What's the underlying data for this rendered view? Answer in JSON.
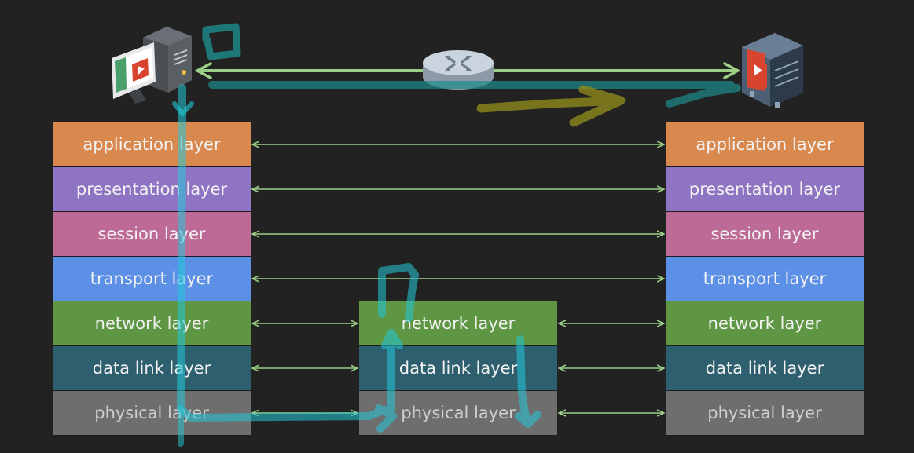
{
  "colors": {
    "application": "#D9894E",
    "presentation": "#8E74C3",
    "session": "#BE6A96",
    "transport": "#5C8FE6",
    "network": "#5E9643",
    "datalink": "#2E5F6E",
    "physical": "#6E6E6E",
    "arrow": "#9BCF86",
    "annotation_cyan": "#22C9D8",
    "annotation_teal": "#1E8C8C",
    "annotation_olive": "#8F8A1E"
  },
  "icons": {
    "client": "desktop-computer-icon",
    "router": "router-icon",
    "server": "media-server-icon"
  },
  "left_stack": [
    {
      "label": "application layer",
      "color_key": "application"
    },
    {
      "label": "presentation layer",
      "color_key": "presentation"
    },
    {
      "label": "session layer",
      "color_key": "session"
    },
    {
      "label": "transport layer",
      "color_key": "transport"
    },
    {
      "label": "network layer",
      "color_key": "network"
    },
    {
      "label": "data link layer",
      "color_key": "datalink"
    },
    {
      "label": "physical layer",
      "color_key": "physical"
    }
  ],
  "middle_stack": [
    {
      "label": "network layer",
      "color_key": "network"
    },
    {
      "label": "data link layer",
      "color_key": "datalink"
    },
    {
      "label": "physical layer",
      "color_key": "physical"
    }
  ],
  "right_stack": [
    {
      "label": "application layer",
      "color_key": "application"
    },
    {
      "label": "presentation layer",
      "color_key": "presentation"
    },
    {
      "label": "session layer",
      "color_key": "session"
    },
    {
      "label": "transport layer",
      "color_key": "transport"
    },
    {
      "label": "network layer",
      "color_key": "network"
    },
    {
      "label": "data link layer",
      "color_key": "datalink"
    },
    {
      "label": "physical layer",
      "color_key": "physical"
    }
  ]
}
